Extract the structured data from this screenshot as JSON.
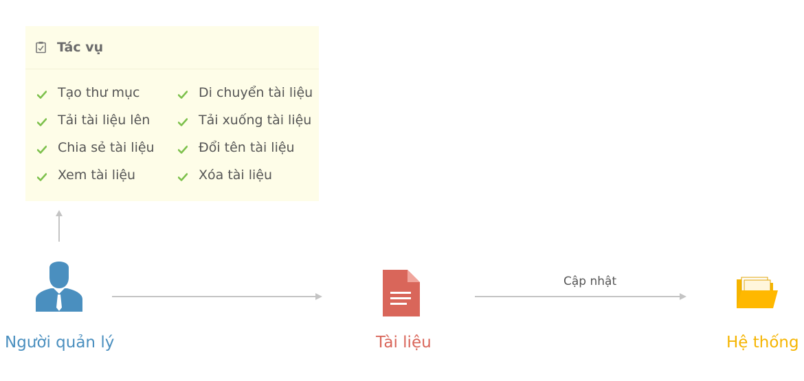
{
  "task_panel": {
    "title": "Tác vụ",
    "icon": "clipboard-icon",
    "check_color": "#7cc04b",
    "columns": [
      [
        "Tạo thư mục",
        "Tải tài liệu lên",
        "Chia sẻ tài liệu",
        "Xem tài liệu"
      ],
      [
        "Di chuyển tài liệu",
        "Tải xuống tài liệu",
        "Đổi tên tài liệu",
        "Xóa tài liệu"
      ]
    ]
  },
  "nodes": {
    "manager": {
      "label": "Người quản lý",
      "icon": "manager-person-icon",
      "color": "#4a8fbf"
    },
    "document": {
      "label": "Tài liệu",
      "icon": "document-icon",
      "color": "#d9665a"
    },
    "system": {
      "label": "Hệ thống",
      "icon": "folder-icon",
      "color": "#f5b400"
    }
  },
  "edges": {
    "document_to_system": {
      "label": "Cập nhật"
    }
  }
}
